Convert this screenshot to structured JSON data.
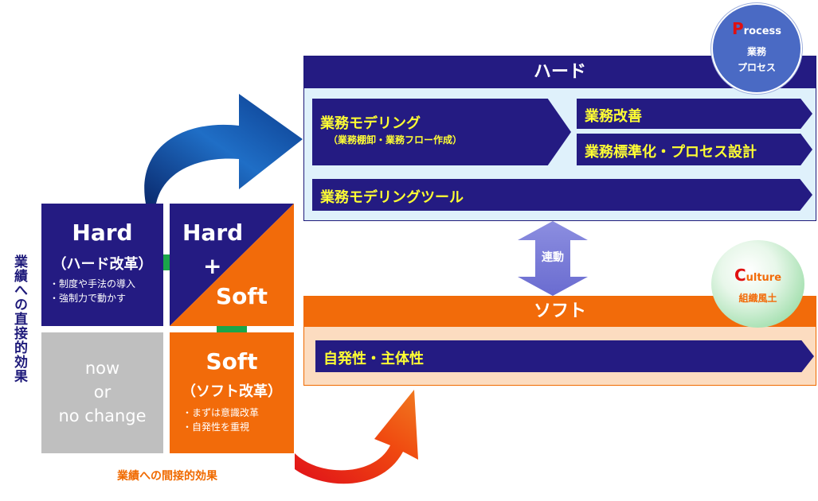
{
  "left_axis_label": "業績への直接的効果",
  "bottom_axis_label": "業績への間接的効果",
  "quadrants": {
    "hard": {
      "title": "Hard",
      "subtitle": "（ハード改革）",
      "bullets": [
        "・制度や手法の導入",
        "・強制力で動かす"
      ]
    },
    "hard_soft": {
      "line1": "Hard",
      "line2": "+",
      "line3": "Soft"
    },
    "now": {
      "lines": [
        "now",
        "or",
        "no change"
      ]
    },
    "soft": {
      "title": "Soft",
      "subtitle": "（ソフト改革）",
      "bullets": [
        "・まずは意識改革",
        "・自発性を重視"
      ]
    }
  },
  "hard_panel": {
    "header": "ハード",
    "items": [
      {
        "label": "業務モデリング",
        "sublabel": "（業務棚卸・業務フロー作成）"
      },
      {
        "label": "業務改善"
      },
      {
        "label": "業務標準化・プロセス設計"
      },
      {
        "label": "業務モデリングツール"
      }
    ]
  },
  "link_label": "連動",
  "soft_panel": {
    "header": "ソフト",
    "items": [
      {
        "label": "自発性・主体性"
      }
    ]
  },
  "process_circle": {
    "first_letter": "P",
    "rest": "rocess",
    "line2": "業務",
    "line3": "プロセス"
  },
  "culture_circle": {
    "first_letter": "C",
    "rest": "ulture",
    "line2": "組織風土"
  },
  "colors": {
    "navy": "#241b82",
    "orange": "#f26b0a",
    "gray": "#bfbfbf",
    "yellow": "#ffff33",
    "green": "#1aa64a"
  }
}
